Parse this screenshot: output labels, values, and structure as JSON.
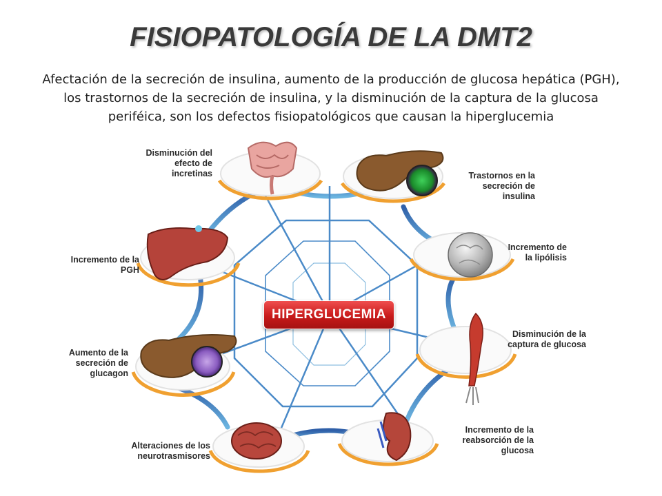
{
  "title": "FISIOPATOLOGÍA DE LA DMT2",
  "subtitle": "Afectación de la secreción de insulina, aumento de la producción de glucosa hepática (PGH), los trastornos de la secreción de insulina, y la disminución de la captura de la glucosa periféica, son los defectos fisiopatológicos que causan la hiperglucemia",
  "center_label": "HIPERGLUCEMIA",
  "nodes": [
    {
      "label": "Disminución del efecto de incretinas",
      "icon": "intestine-icon"
    },
    {
      "label": "Trastornos en la secreción de insulina",
      "icon": "pancreas-beta-cell-icon"
    },
    {
      "label": "Incremento de la lipólisis",
      "icon": "adipocyte-icon"
    },
    {
      "label": "Disminución de la captura de glucosa",
      "icon": "muscle-arm-icon"
    },
    {
      "label": "Incremento de la reabsorción de la glucosa",
      "icon": "kidney-icon"
    },
    {
      "label": "Alteraciones de los neurotrasmisores",
      "icon": "brain-icon"
    },
    {
      "label": "Aumento de la secreción de glucagon",
      "icon": "pancreas-alpha-cell-icon"
    },
    {
      "label": "Incremento de la PGH",
      "icon": "liver-icon"
    }
  ],
  "colors": {
    "ring_orange": "#f0a030",
    "web_blue": "#4a8ac8",
    "web_dark_blue": "#2f5fa8",
    "badge_red": "#c81a1a"
  }
}
